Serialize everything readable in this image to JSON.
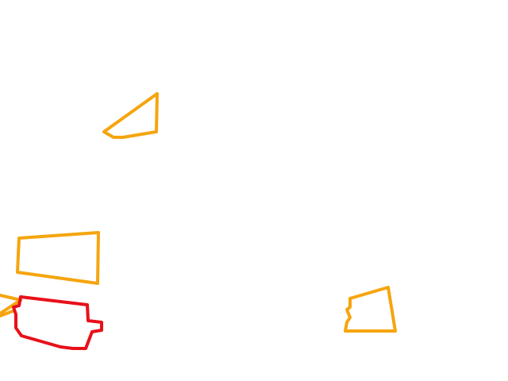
{
  "background_color": "#ffffff",
  "colors": {
    "orange": "#f5a50f",
    "red": "#e8101a"
  },
  "shapes": [
    {
      "name": "triangle-outline-upper-left",
      "color": "orange"
    },
    {
      "name": "quadrilateral-outline-left",
      "color": "orange"
    },
    {
      "name": "partial-outline-left-edge",
      "color": "orange"
    },
    {
      "name": "irregular-outline-bottom-left",
      "color": "red"
    },
    {
      "name": "quadrilateral-outline-right",
      "color": "orange"
    }
  ]
}
